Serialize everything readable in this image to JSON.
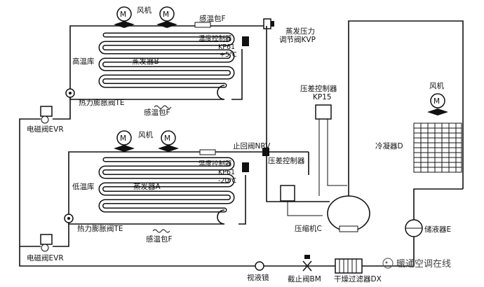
{
  "labels": {
    "fan_top": "风机",
    "fan_mid": "风机",
    "fan_right": "风机",
    "motor": "M",
    "bulb_top": "感温包F",
    "bulb_high_bottom": "感温包F",
    "bulb_low_bottom": "感温包F",
    "temp_ctrl_high": "温度控制器",
    "kp61_high": "KP61",
    "temp_high": "+5℃",
    "temp_ctrl_low": "温度控制器",
    "kp61_low": "KP61",
    "temp_low": "-20℃",
    "evap_b": "蒸发器B",
    "evap_a": "蒸发器A",
    "high_room": "高温库",
    "low_room": "低温库",
    "txv_high": "热力膨胀阀TE",
    "txv_low": "热力膨胀阀TE",
    "sol_high": "电磁阀EVR",
    "sol_low": "电磁阀EVR",
    "kvp_1": "蒸发压力",
    "kvp_2": "调节阀KVP",
    "check": "止回阀NRV",
    "dp_ctrl_top": "压差控制器",
    "dp_ctrl_kp15": "KP15",
    "dp_ctrl_mid": "压差控制器",
    "compressor": "压缩机C",
    "condenser": "冷凝器D",
    "receiver": "储液器E",
    "sight": "视液镜",
    "stop_valve": "截止阀BM",
    "filter": "干燥过滤器DX",
    "watermark": "暖通空调在线"
  }
}
